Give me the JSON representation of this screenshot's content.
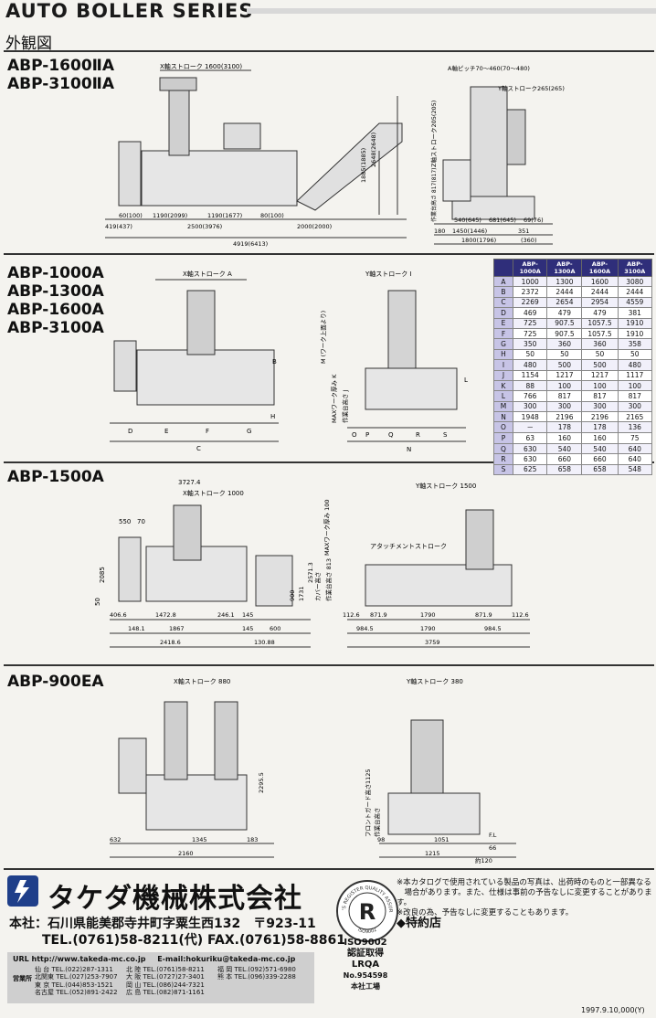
{
  "header": {
    "series_title": "AUTO BOLLER SERIES",
    "section": "外観図"
  },
  "panels": [
    {
      "models": [
        "ABP-1600ⅡA",
        "ABP-3100ⅡA"
      ],
      "front_labels": [
        "X軸ストローク 1600(3100)",
        "60(100)",
        "1190(2099)",
        "1190(1677)",
        "80(100)",
        "419(437)",
        "2500(3976)",
        "2000(2000)",
        "4919(6413)",
        "1885(1885)",
        "2648(2648)"
      ],
      "side_labels": [
        "A軸ピッチ70～460(70～480)",
        "Y軸ストローク265(265)",
        "Z軸ストローク205(205)",
        "作業台高さ 817(817)",
        "540(645)",
        "681(645)",
        "69(76)",
        "180",
        "1450(1446)",
        "1800(1796)",
        "351",
        "(360)"
      ]
    },
    {
      "models": [
        "ABP-1000A",
        "ABP-1300A",
        "ABP-1600A",
        "ABP-3100A"
      ],
      "front_labels": [
        "X軸ストローク A",
        "D",
        "E",
        "F",
        "G",
        "H",
        "C",
        "B"
      ],
      "side_labels": [
        "Y軸ストローク I",
        "MAXワーク厚み K",
        "作業台高さ J",
        "M (ワーク上面より)",
        "O",
        "P",
        "Q",
        "R",
        "S",
        "N",
        "L"
      ]
    },
    {
      "models": [
        "ABP-1500A"
      ],
      "front_labels": [
        "3727.4",
        "X軸ストローク 1000",
        "550",
        "70",
        "2085",
        "50",
        "406.6",
        "1472.8",
        "246.1",
        "145",
        "148.1",
        "1867",
        "145",
        "600",
        "2418.6",
        "130.88",
        "900",
        "1731",
        "2571.3",
        "カバー高さ",
        "作業台高さ 813",
        "MAXワーク厚み 100"
      ],
      "side_labels": [
        "Y軸ストローク 1500",
        "アタッチメントストローク",
        "112.6",
        "871.9",
        "1790",
        "871.9",
        "112.6",
        "984.5",
        "1790",
        "984.5",
        "3759"
      ]
    },
    {
      "models": [
        "ABP-900EA"
      ],
      "front_labels": [
        "X軸ストローク 880",
        "2295.5",
        "632",
        "1345",
        "183",
        "2160"
      ],
      "side_labels": [
        "Y軸ストローク 380",
        "1125",
        "フロントガード高さ",
        "作業台高さ",
        "F.L",
        "98",
        "1051",
        "66",
        "1215",
        "約120"
      ]
    }
  ],
  "spec_table": {
    "headers": [
      "",
      "ABP-1000A",
      "ABP-1300A",
      "ABP-1600A",
      "ABP-3100A"
    ],
    "rows": [
      [
        "A",
        "1000",
        "1300",
        "1600",
        "3080"
      ],
      [
        "B",
        "2372",
        "2444",
        "2444",
        "2444"
      ],
      [
        "C",
        "2269",
        "2654",
        "2954",
        "4559"
      ],
      [
        "D",
        "469",
        "479",
        "479",
        "381"
      ],
      [
        "E",
        "725",
        "907.5",
        "1057.5",
        "1910"
      ],
      [
        "F",
        "725",
        "907.5",
        "1057.5",
        "1910"
      ],
      [
        "G",
        "350",
        "360",
        "360",
        "358"
      ],
      [
        "H",
        "50",
        "50",
        "50",
        "50"
      ],
      [
        "I",
        "480",
        "500",
        "500",
        "480"
      ],
      [
        "J",
        "1154",
        "1217",
        "1217",
        "1117"
      ],
      [
        "K",
        "88",
        "100",
        "100",
        "100"
      ],
      [
        "L",
        "766",
        "817",
        "817",
        "817"
      ],
      [
        "M",
        "300",
        "300",
        "300",
        "300"
      ],
      [
        "N",
        "1948",
        "2196",
        "2196",
        "2165"
      ],
      [
        "O",
        "－",
        "178",
        "178",
        "136"
      ],
      [
        "P",
        "63",
        "160",
        "160",
        "75"
      ],
      [
        "Q",
        "630",
        "540",
        "540",
        "640"
      ],
      [
        "R",
        "630",
        "660",
        "660",
        "640"
      ],
      [
        "S",
        "625",
        "658",
        "658",
        "548"
      ]
    ]
  },
  "company": {
    "name": "タケダ機械株式会社",
    "address": "本社：石川県能美郡寺井町字粟生西132　〒923-11",
    "tel_fax": "TEL.(0761)58-8211(代)  FAX.(0761)58-8861",
    "url": "URL http://www.takeda-mc.co.jp",
    "email": "E-mail:hokuriku@takeda-mc.co.jp",
    "office_label": "営業所",
    "branches": [
      "仙 台 TEL.(022)287-1311",
      "北 陸 TEL.(0761)58-8211",
      "福 岡 TEL.(092)571-6980",
      "北関東 TEL.(027)253-7907",
      "大 阪 TEL.(0727)27-3401",
      "熊 本 TEL.(096)339-2288",
      "東 京 TEL.(044)853-1521",
      "岡 山 TEL.(086)244-7321",
      "",
      "名古屋 TEL.(052)891-2422",
      "広 島 TEL.(082)871-1161",
      ""
    ]
  },
  "notes": [
    "※本カタログで使用されている製品の写真は、出荷時のものと一部異なる",
    "　場合があります。また、仕様は事前の予告なしに変更することがあります。",
    "※改良の為、予告なしに変更することもあります。"
  ],
  "agency_label": "◆特約店",
  "iso": {
    "ring_top": "LLOYD'S REGISTER QUALITY ASSURANCE",
    "mark": "R",
    "ring_bottom": "ISO9002",
    "lines": [
      "ISO9002",
      "認証取得",
      "LRQA",
      "No.954598",
      "本社工場"
    ]
  },
  "footer": "1997.9.10,000(Y)",
  "colors": {
    "table_header": "#2f2e7a",
    "table_key": "#c7c4e6",
    "logo": "#1f3f8a"
  }
}
